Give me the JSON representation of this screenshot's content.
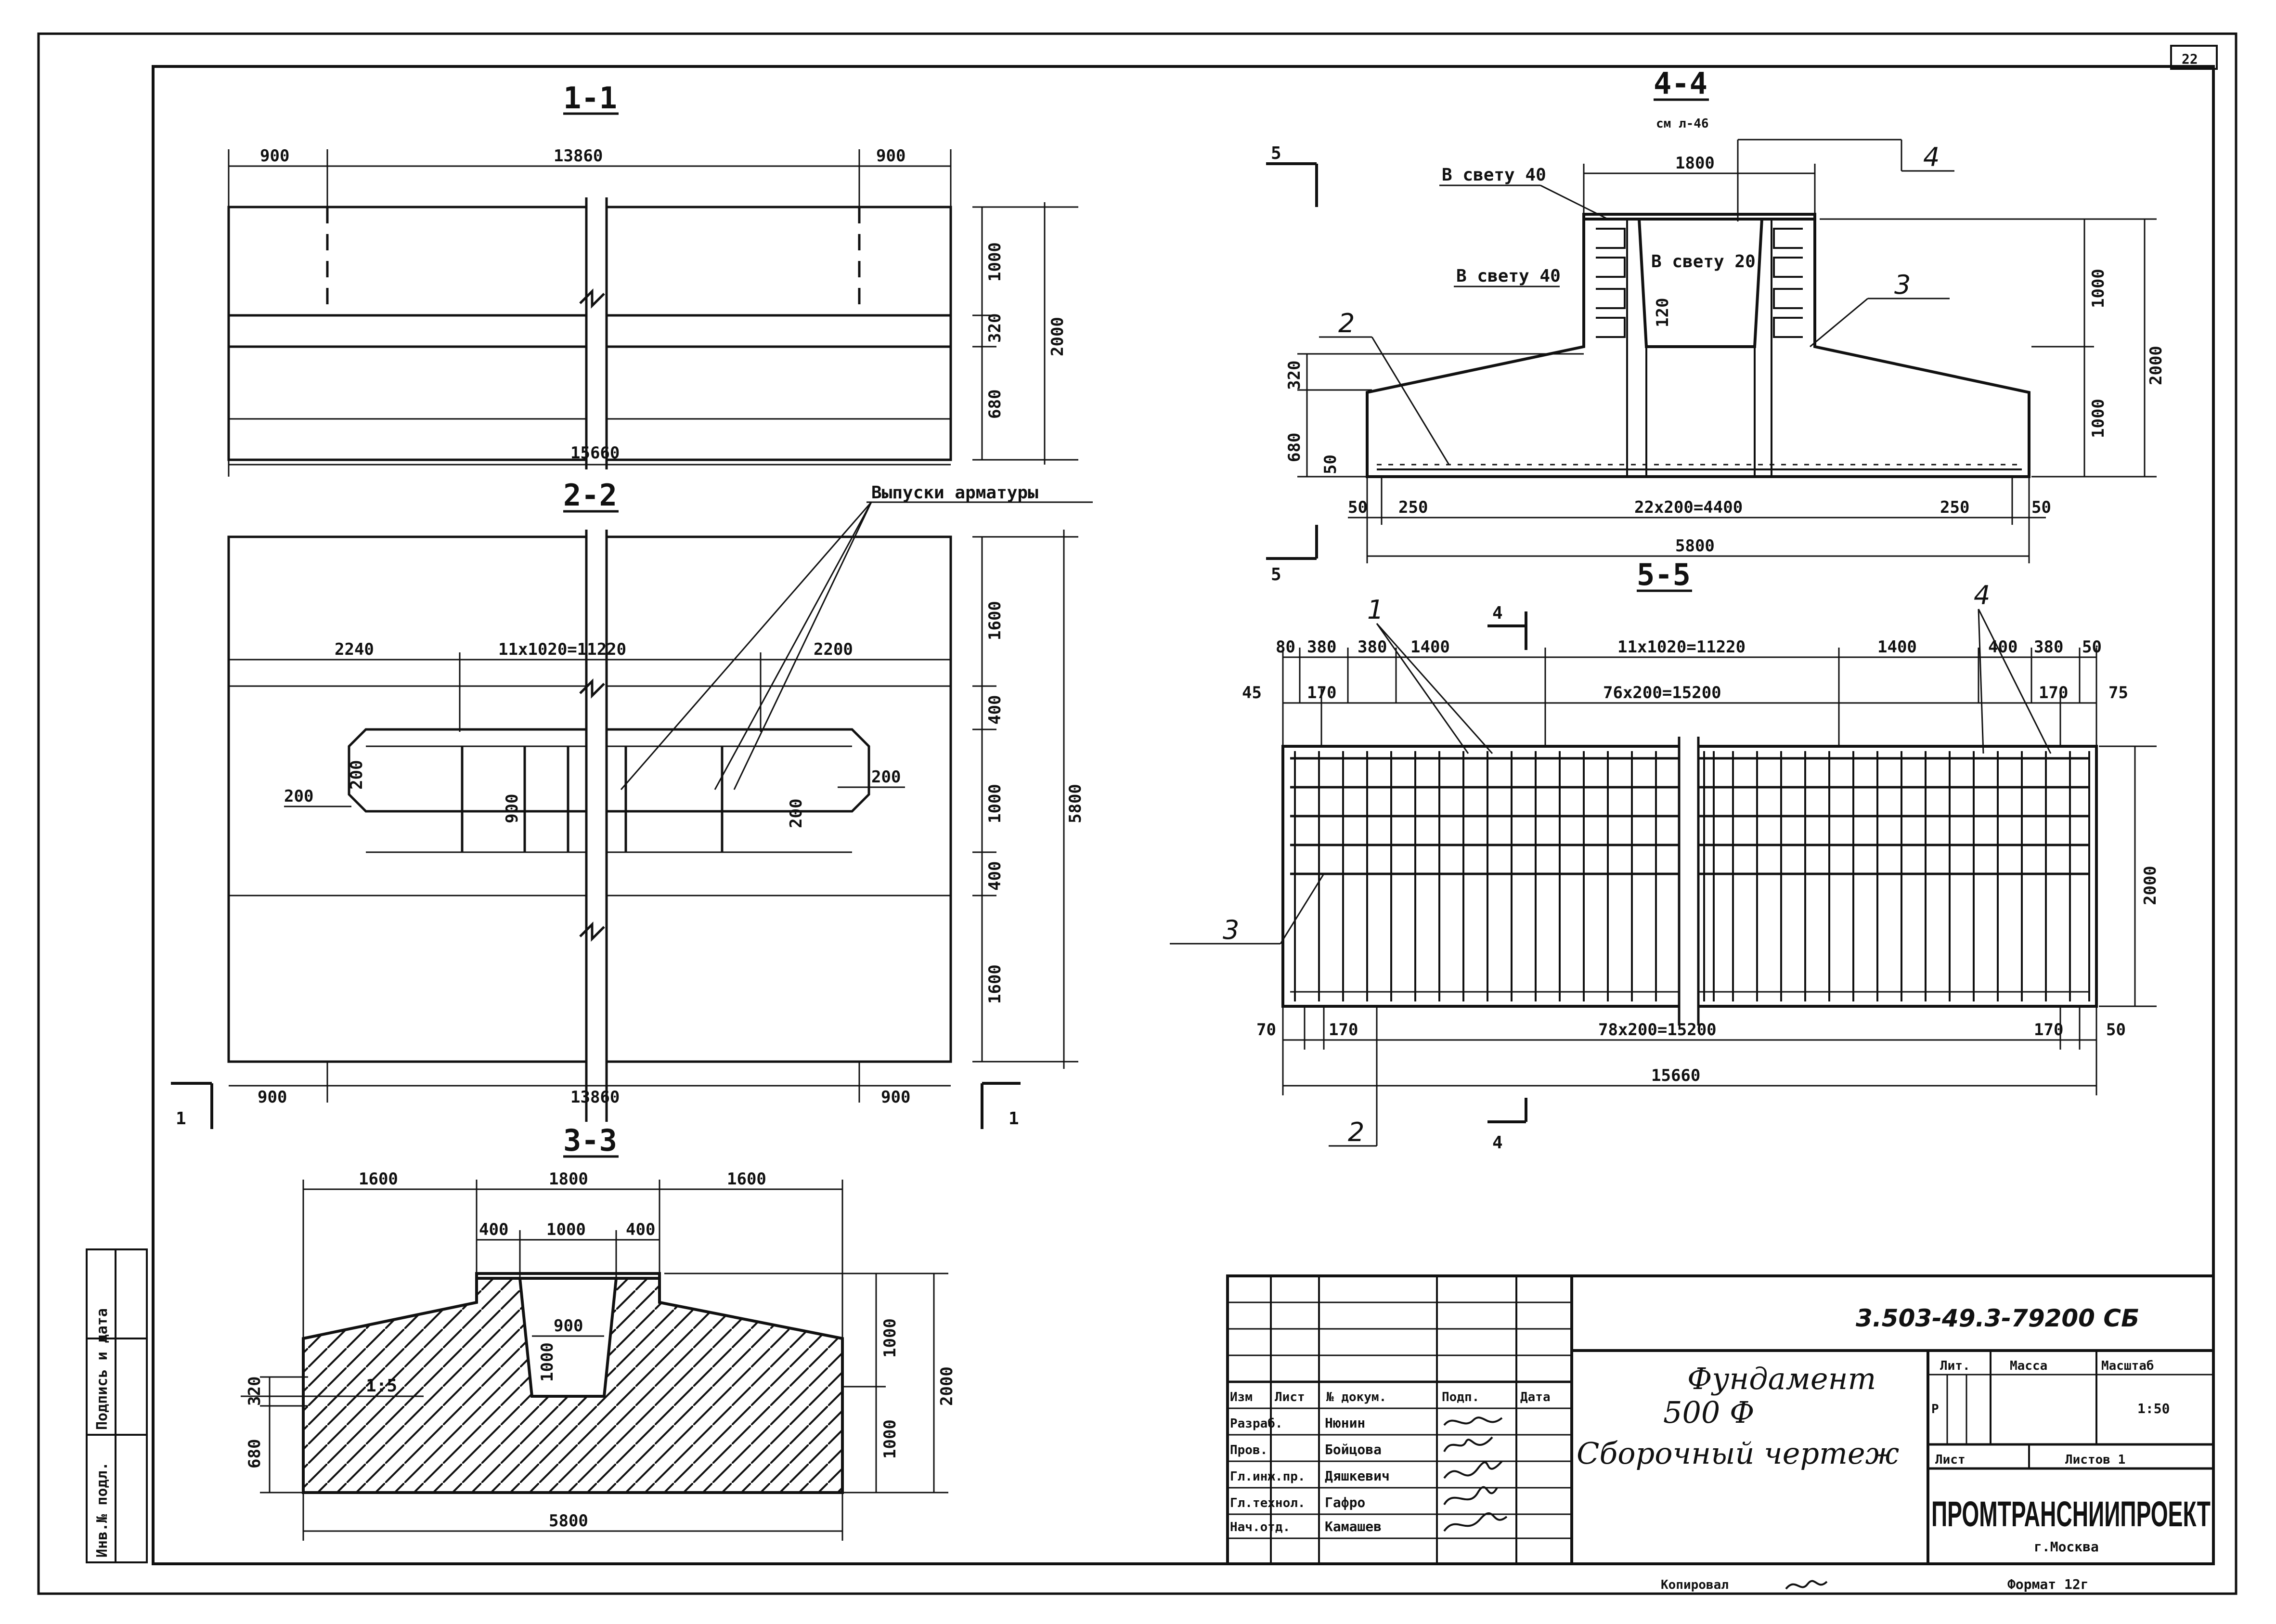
{
  "sheet_number": "22",
  "sections": {
    "s11": {
      "title": "1-1",
      "dims": [
        "900",
        "13860",
        "900",
        "15660",
        "1000",
        "320",
        "680",
        "2000"
      ]
    },
    "s22": {
      "title": "2-2",
      "rebar_label": "Выпуски арматуры",
      "dims": [
        "2240",
        "11x1020=11220",
        "2200",
        "200",
        "200",
        "200",
        "200",
        "900",
        "1600",
        "400",
        "1000",
        "400",
        "1600",
        "5800",
        "900",
        "13860",
        "900"
      ],
      "marker_left": "1",
      "marker_right": "1"
    },
    "s33": {
      "title": "3-3",
      "dims": [
        "1600",
        "1800",
        "1600",
        "400",
        "1000",
        "400",
        "900",
        "1000",
        "1:5",
        "320",
        "680",
        "1000",
        "1000",
        "2000",
        "5800"
      ]
    },
    "s44": {
      "title": "4-4",
      "subtitle": "см л-46",
      "labels": [
        "В свету 40",
        "В свету 40",
        "В свету 20"
      ],
      "dims": [
        "1800",
        "120",
        "320",
        "680",
        "50",
        "1000",
        "1000",
        "2000",
        "50",
        "250",
        "22x200=4400",
        "250",
        "50",
        "5800"
      ],
      "marker_top": "5",
      "marker_bottom": "5",
      "callouts": [
        "4",
        "2",
        "3"
      ]
    },
    "s55": {
      "title": "5-5",
      "dims_top": [
        "80",
        "380",
        "380",
        "1400",
        "11x1020=11220",
        "1400",
        "400",
        "380",
        "50"
      ],
      "dims_row2": [
        "45",
        "170",
        "76x200=15200",
        "170",
        "75"
      ],
      "dims_right": "2000",
      "dims_bottom": [
        "70",
        "170",
        "78x200=15200",
        "170",
        "50",
        "15660"
      ],
      "marker_top": "4",
      "marker_bottom": "4",
      "callouts": [
        "1",
        "4",
        "3",
        "2"
      ]
    }
  },
  "title_block": {
    "code": "3.503-49.3-79200 СБ",
    "title_lines": [
      "Фундамент",
      "500 Ф",
      "Сборочный чертеж"
    ],
    "header": [
      "Изм",
      "Лист",
      "№ докум.",
      "Подп.",
      "Дата"
    ],
    "rows": [
      {
        "role": "Разраб.",
        "name": "Нюнин"
      },
      {
        "role": "Пров.",
        "name": "Бойцова"
      },
      {
        "role": "Гл.инж.пр.",
        "name": "Дяшкевич"
      },
      {
        "role": "Гл.технол.",
        "name": "Гафро"
      },
      {
        "role": "Нач.отд.",
        "name": "Камашев"
      }
    ],
    "lit_label": "Лит.",
    "mass_label": "Масса",
    "scale_label": "Масштаб",
    "lit_value": "Р",
    "scale_value": "1:50",
    "sheet_label": "Лист",
    "sheets_label": "Листов 1",
    "org": "ПРОМТРАНСНИИПРОЕКТ",
    "city": "г.Москва",
    "copied": "Копировал",
    "format": "Формат 12г"
  },
  "side_stamp": [
    "Инв.№ подл.",
    "Подпись и дата"
  ],
  "colors": {
    "ink": "#111111",
    "paper": "#ffffff"
  }
}
